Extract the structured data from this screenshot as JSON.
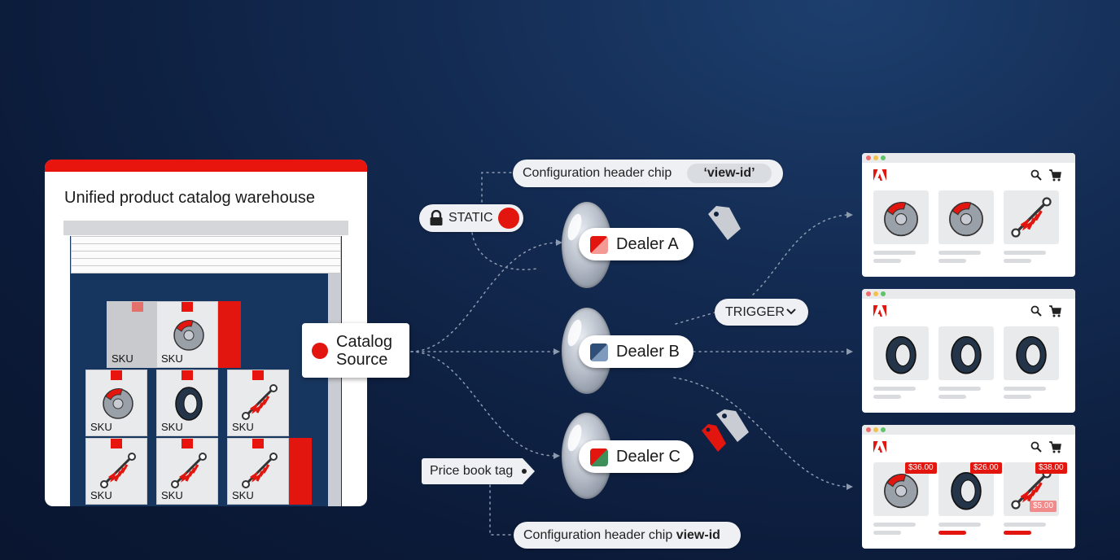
{
  "warehouse": {
    "title": "Unified product catalog warehouse",
    "sku_label": "SKU"
  },
  "catalog_source": {
    "line1": "Catalog",
    "line2": "Source"
  },
  "chips": {
    "config_top_label": "Configuration header chip",
    "config_top_value": "‘view-id’",
    "static_label": "STATIC",
    "trigger_label": "TRIGGER",
    "pricebook_label": "Price book tag",
    "config_bottom_label": "Configuration header chip",
    "config_bottom_value": "view-id"
  },
  "dealers": [
    {
      "name": "Dealer A"
    },
    {
      "name": "Dealer B"
    },
    {
      "name": "Dealer C"
    }
  ],
  "storefront_c_prices": {
    "p1": "$36.00",
    "p2": "$26.00",
    "p3": "$38.00",
    "p3_sale": "$5.00"
  },
  "colors": {
    "accent_red": "#e3160f",
    "background_navy": "#0e1f40",
    "dealer_b_blue": "#3a5f8c",
    "dealer_c_green": "#3f8f5a"
  }
}
